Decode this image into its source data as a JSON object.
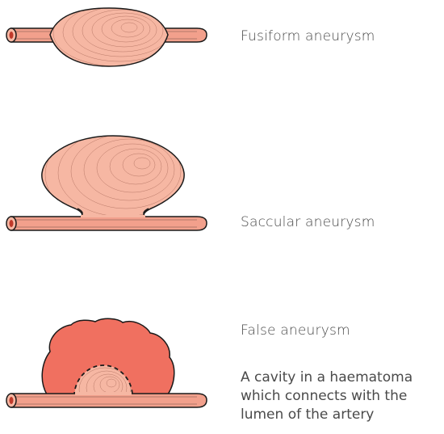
{
  "colors": {
    "artery_fill": "#f2a08c",
    "sac_fill": "#f6b7a3",
    "haematoma_fill": "#f07060",
    "line": "#1a1a1a",
    "text": "#4a4a4a"
  },
  "icons": [
    "fusiform-aneurysm-illustration",
    "saccular-aneurysm-illustration",
    "false-aneurysm-illustration"
  ],
  "labels": {
    "fusiform": "Fusiform aneurysm",
    "saccular": "Saccular aneurysm",
    "false": "False aneurysm"
  },
  "false_description": {
    "lines": [
      "A cavity in a haematoma",
      "which connects with the",
      "lumen of the artery"
    ]
  }
}
